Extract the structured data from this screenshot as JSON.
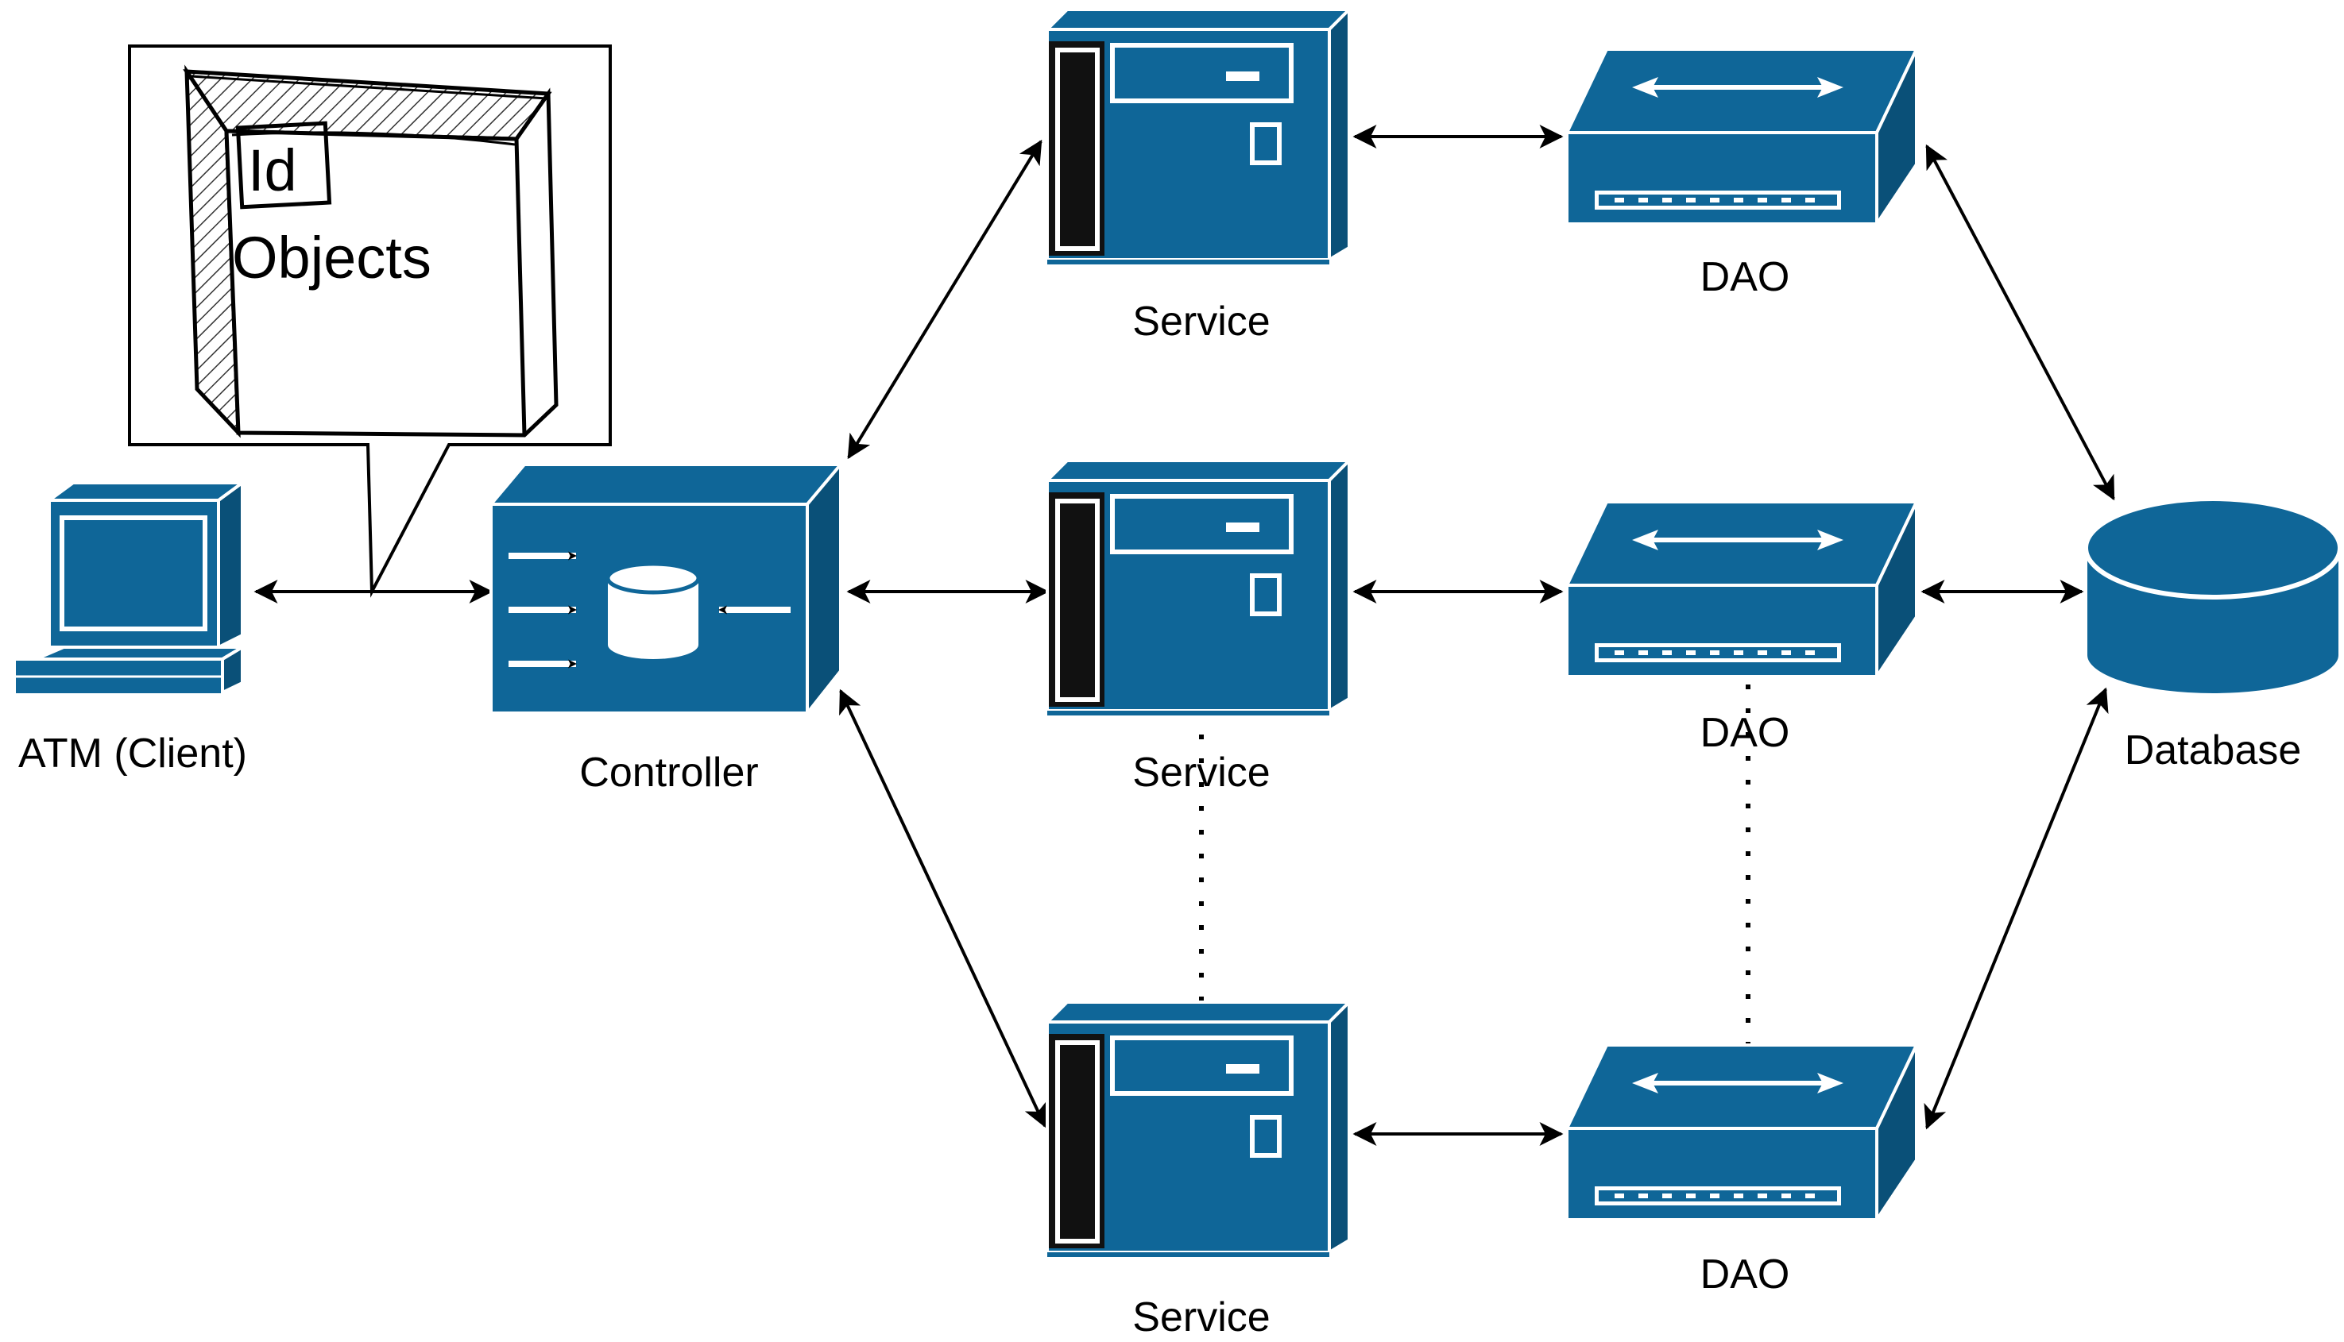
{
  "colors": {
    "device": "#0f6698",
    "device_dark": "#0a5078",
    "line": "#000000",
    "white": "#ffffff"
  },
  "callout": {
    "line1": "Id",
    "line2": "Objects",
    "icon": "sketch-box-icon"
  },
  "labels": {
    "client": "ATM (Client)",
    "controller": "Controller",
    "service_top": "Service",
    "service_mid": "Service",
    "service_bottom": "Service",
    "dao_top": "DAO",
    "dao_mid": "DAO",
    "dao_bottom": "DAO",
    "database": "Database"
  },
  "icons": {
    "client": "workstation-icon",
    "controller": "controller-switch-icon",
    "service": "server-tower-icon",
    "dao": "bridge-device-icon",
    "database": "database-cylinder-icon"
  }
}
